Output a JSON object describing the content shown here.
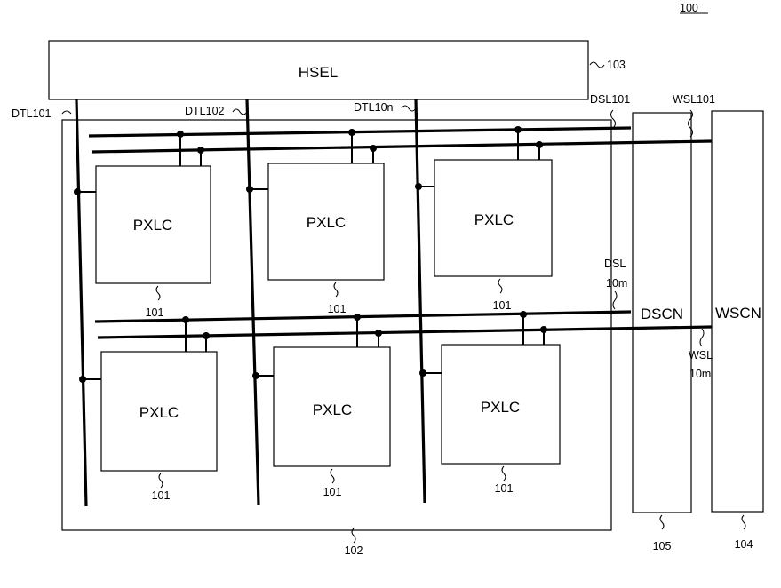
{
  "figure_ref": "100",
  "blocks": {
    "hsel": {
      "label": "HSEL",
      "ref": "103"
    },
    "pixel_array": {
      "ref": "102"
    },
    "dscn": {
      "label": "DSCN",
      "ref": "105"
    },
    "wscn": {
      "label": "WSCN",
      "ref": "104"
    }
  },
  "pixel_cells": {
    "label": "PXLC",
    "ref": "101",
    "rows": 2,
    "cols": 3
  },
  "signal_lines": {
    "data_lines": [
      "DTL101",
      "DTL102",
      "DTL10n"
    ],
    "dsl_first": "DSL101",
    "wsl_first": "WSL101",
    "dsl_last": [
      "DSL",
      "10m"
    ],
    "wsl_last": [
      "WSL",
      "10m"
    ]
  }
}
